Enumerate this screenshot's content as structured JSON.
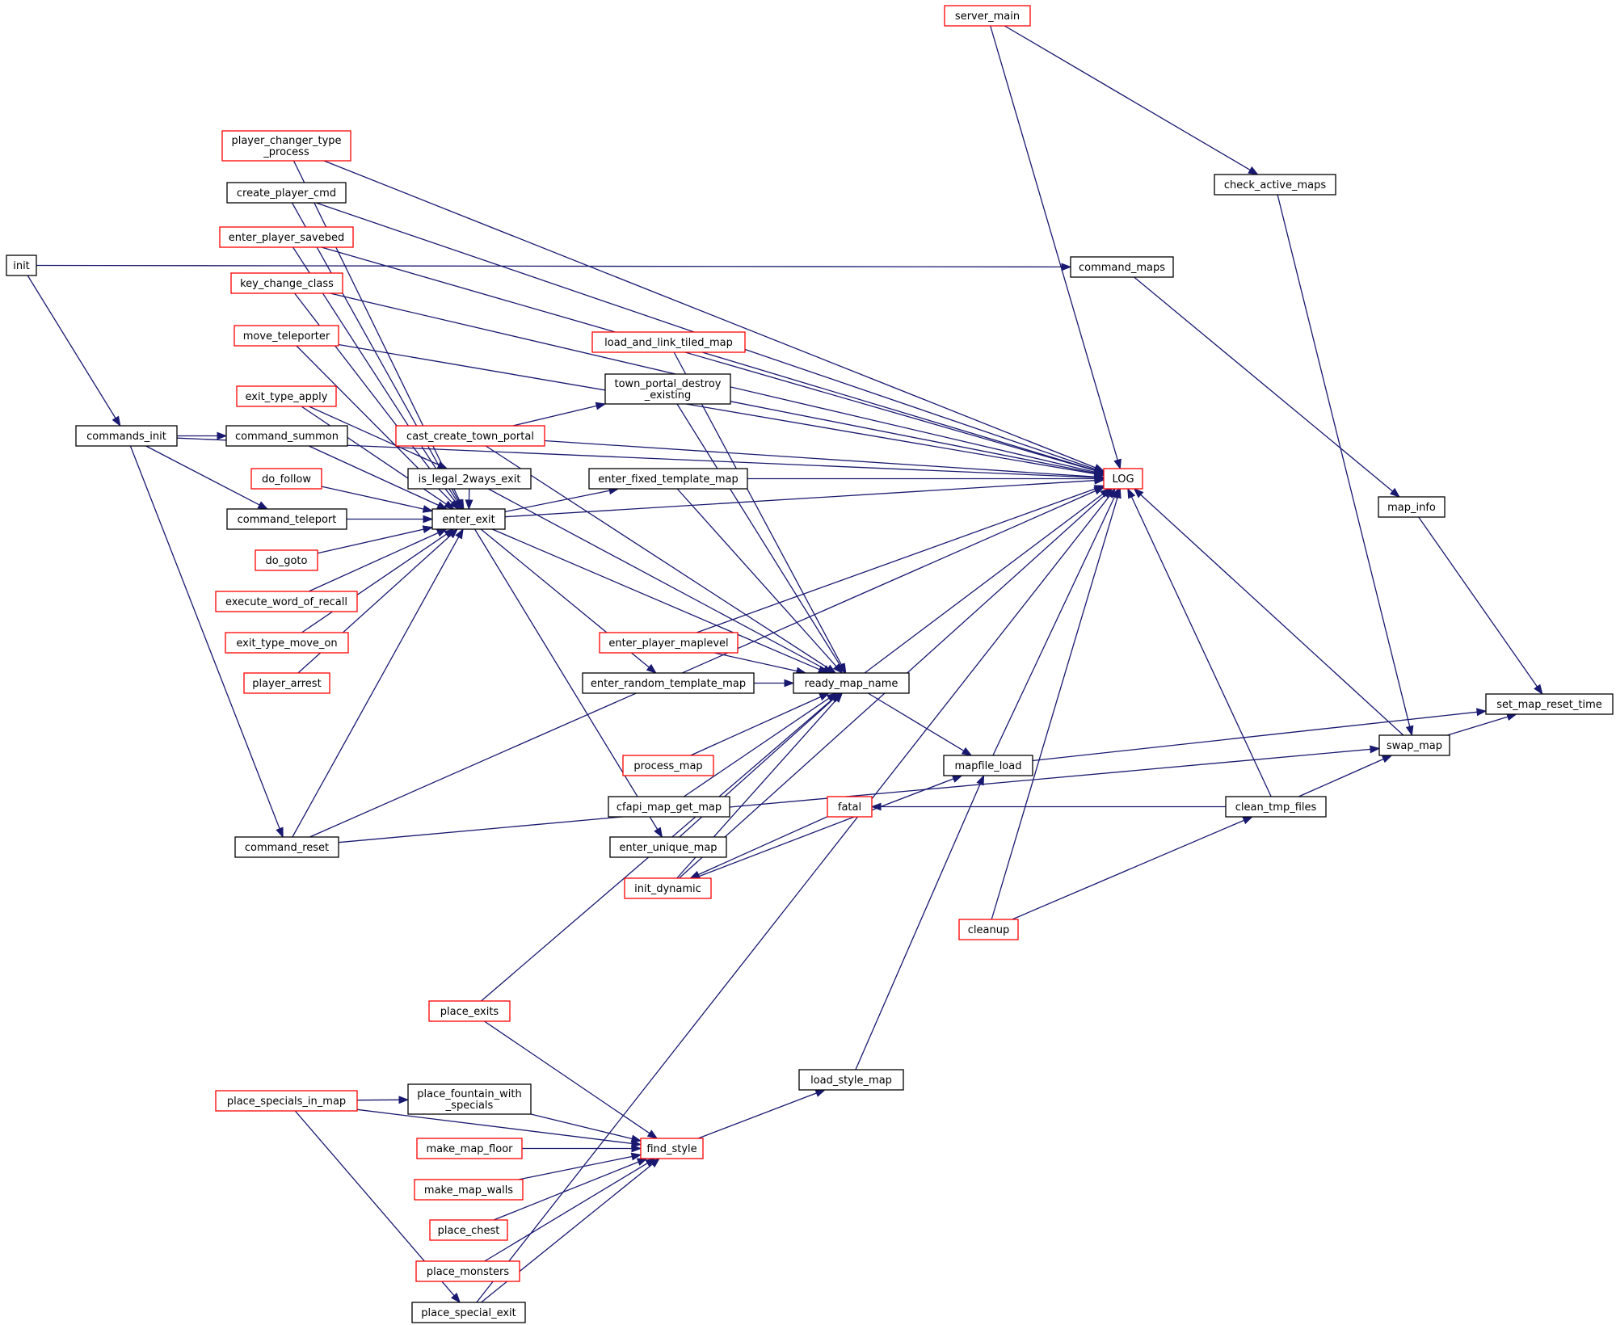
{
  "colors": {
    "edge": "#191970",
    "border_default": "#000000",
    "border_truncated": "#ff0000",
    "focus_fill": "#bfbfbf",
    "node_fill": "#ffffff"
  },
  "nodes": {
    "set_map_reset_time": {
      "label": [
        "set_map_reset_time"
      ],
      "border": "black",
      "focus": true
    },
    "swap_map": {
      "label": [
        "swap_map"
      ],
      "border": "black"
    },
    "map_info": {
      "label": [
        "map_info"
      ],
      "border": "black"
    },
    "command_maps": {
      "label": [
        "command_maps"
      ],
      "border": "black"
    },
    "check_active_maps": {
      "label": [
        "check_active_maps"
      ],
      "border": "black"
    },
    "server_main": {
      "label": [
        "server_main"
      ],
      "border": "red"
    },
    "LOG": {
      "label": [
        "LOG"
      ],
      "border": "red"
    },
    "clean_tmp_files": {
      "label": [
        "clean_tmp_files"
      ],
      "border": "black"
    },
    "mapfile_load": {
      "label": [
        "mapfile_load"
      ],
      "border": "black"
    },
    "cleanup": {
      "label": [
        "cleanup"
      ],
      "border": "red"
    },
    "fatal": {
      "label": [
        "fatal"
      ],
      "border": "red"
    },
    "ready_map_name": {
      "label": [
        "ready_map_name"
      ],
      "border": "black"
    },
    "load_style_map": {
      "label": [
        "load_style_map"
      ],
      "border": "black"
    },
    "find_style": {
      "label": [
        "find_style"
      ],
      "border": "red"
    },
    "place_exits": {
      "label": [
        "place_exits"
      ],
      "border": "red"
    },
    "place_special_exit": {
      "label": [
        "place_special_exit"
      ],
      "border": "black"
    },
    "place_monsters": {
      "label": [
        "place_monsters"
      ],
      "border": "red"
    },
    "place_chest": {
      "label": [
        "place_chest"
      ],
      "border": "red"
    },
    "make_map_walls": {
      "label": [
        "make_map_walls"
      ],
      "border": "red"
    },
    "make_map_floor": {
      "label": [
        "make_map_floor"
      ],
      "border": "red"
    },
    "place_fountain_with_specials": {
      "label": [
        "place_fountain_with",
        "_specials"
      ],
      "border": "black"
    },
    "place_specials_in_map": {
      "label": [
        "place_specials_in_map"
      ],
      "border": "red"
    },
    "enter_exit": {
      "label": [
        "enter_exit"
      ],
      "border": "black"
    },
    "enter_fixed_template_map": {
      "label": [
        "enter_fixed_template_map"
      ],
      "border": "black"
    },
    "enter_random_template_map": {
      "label": [
        "enter_random_template_map"
      ],
      "border": "black"
    },
    "enter_unique_map": {
      "label": [
        "enter_unique_map"
      ],
      "border": "black"
    },
    "enter_player_maplevel": {
      "label": [
        "enter_player_maplevel"
      ],
      "border": "red"
    },
    "process_map": {
      "label": [
        "process_map"
      ],
      "border": "red"
    },
    "cfapi_map_get_map": {
      "label": [
        "cfapi_map_get_map"
      ],
      "border": "black"
    },
    "init_dynamic": {
      "label": [
        "init_dynamic"
      ],
      "border": "red"
    },
    "load_and_link_tiled_map": {
      "label": [
        "load_and_link_tiled_map"
      ],
      "border": "red"
    },
    "town_portal_destroy_existing": {
      "label": [
        "town_portal_destroy",
        "_existing"
      ],
      "border": "black"
    },
    "cast_create_town_portal": {
      "label": [
        "cast_create_town_portal"
      ],
      "border": "red"
    },
    "is_legal_2ways_exit": {
      "label": [
        "is_legal_2ways_exit"
      ],
      "border": "black"
    },
    "command_reset": {
      "label": [
        "command_reset"
      ],
      "border": "black"
    },
    "commands_init": {
      "label": [
        "commands_init"
      ],
      "border": "black"
    },
    "init": {
      "label": [
        "init"
      ],
      "border": "black"
    },
    "command_summon": {
      "label": [
        "command_summon"
      ],
      "border": "black"
    },
    "command_teleport": {
      "label": [
        "command_teleport"
      ],
      "border": "black"
    },
    "player_changer_type_process": {
      "label": [
        "player_changer_type",
        "_process"
      ],
      "border": "red"
    },
    "create_player_cmd": {
      "label": [
        "create_player_cmd"
      ],
      "border": "black"
    },
    "enter_player_savebed": {
      "label": [
        "enter_player_savebed"
      ],
      "border": "red"
    },
    "key_change_class": {
      "label": [
        "key_change_class"
      ],
      "border": "red"
    },
    "move_teleporter": {
      "label": [
        "move_teleporter"
      ],
      "border": "red"
    },
    "exit_type_apply": {
      "label": [
        "exit_type_apply"
      ],
      "border": "red"
    },
    "do_follow": {
      "label": [
        "do_follow"
      ],
      "border": "red"
    },
    "do_goto": {
      "label": [
        "do_goto"
      ],
      "border": "red"
    },
    "execute_word_of_recall": {
      "label": [
        "execute_word_of_recall"
      ],
      "border": "red"
    },
    "exit_type_move_on": {
      "label": [
        "exit_type_move_on"
      ],
      "border": "red"
    },
    "player_arrest": {
      "label": [
        "player_arrest"
      ],
      "border": "red"
    }
  },
  "edges": [
    [
      "swap_map",
      "set_map_reset_time"
    ],
    [
      "map_info",
      "set_map_reset_time"
    ],
    [
      "mapfile_load",
      "set_map_reset_time"
    ],
    [
      "command_maps",
      "map_info"
    ],
    [
      "init",
      "command_maps"
    ],
    [
      "check_active_maps",
      "swap_map"
    ],
    [
      "server_main",
      "check_active_maps"
    ],
    [
      "swap_map",
      "LOG"
    ],
    [
      "clean_tmp_files",
      "swap_map"
    ],
    [
      "command_reset",
      "swap_map"
    ],
    [
      "clean_tmp_files",
      "LOG"
    ],
    [
      "clean_tmp_files",
      "fatal"
    ],
    [
      "cleanup",
      "clean_tmp_files"
    ],
    [
      "cleanup",
      "LOG"
    ],
    [
      "server_main",
      "LOG"
    ],
    [
      "mapfile_load",
      "LOG"
    ],
    [
      "ready_map_name",
      "mapfile_load"
    ],
    [
      "load_style_map",
      "mapfile_load"
    ],
    [
      "init_dynamic",
      "mapfile_load"
    ],
    [
      "ready_map_name",
      "LOG"
    ],
    [
      "enter_exit",
      "LOG"
    ],
    [
      "enter_fixed_template_map",
      "LOG"
    ],
    [
      "enter_player_maplevel",
      "LOG"
    ],
    [
      "town_portal_destroy_existing",
      "LOG"
    ],
    [
      "load_and_link_tiled_map",
      "LOG"
    ],
    [
      "cast_create_town_portal",
      "LOG"
    ],
    [
      "command_reset",
      "LOG"
    ],
    [
      "init_dynamic",
      "LOG"
    ],
    [
      "place_special_exit",
      "LOG"
    ],
    [
      "commands_init",
      "LOG"
    ],
    [
      "player_changer_type_process",
      "LOG"
    ],
    [
      "create_player_cmd",
      "LOG"
    ],
    [
      "enter_player_savebed",
      "LOG"
    ],
    [
      "key_change_class",
      "LOG"
    ],
    [
      "move_teleporter",
      "LOG"
    ],
    [
      "fatal",
      "init_dynamic"
    ],
    [
      "enter_player_maplevel",
      "ready_map_name"
    ],
    [
      "enter_random_template_map",
      "ready_map_name"
    ],
    [
      "enter_exit",
      "ready_map_name"
    ],
    [
      "process_map",
      "ready_map_name"
    ],
    [
      "cfapi_map_get_map",
      "ready_map_name"
    ],
    [
      "enter_unique_map",
      "ready_map_name"
    ],
    [
      "init_dynamic",
      "ready_map_name"
    ],
    [
      "place_exits",
      "ready_map_name"
    ],
    [
      "load_and_link_tiled_map",
      "ready_map_name"
    ],
    [
      "town_portal_destroy_existing",
      "ready_map_name"
    ],
    [
      "enter_fixed_template_map",
      "ready_map_name"
    ],
    [
      "cast_create_town_portal",
      "ready_map_name"
    ],
    [
      "is_legal_2ways_exit",
      "ready_map_name"
    ],
    [
      "find_style",
      "load_style_map"
    ],
    [
      "place_exits",
      "find_style"
    ],
    [
      "place_special_exit",
      "find_style"
    ],
    [
      "place_monsters",
      "find_style"
    ],
    [
      "place_chest",
      "find_style"
    ],
    [
      "make_map_walls",
      "find_style"
    ],
    [
      "make_map_floor",
      "find_style"
    ],
    [
      "place_fountain_with_specials",
      "find_style"
    ],
    [
      "place_specials_in_map",
      "find_style"
    ],
    [
      "place_specials_in_map",
      "place_fountain_with_specials"
    ],
    [
      "place_specials_in_map",
      "place_special_exit"
    ],
    [
      "enter_exit",
      "enter_fixed_template_map"
    ],
    [
      "enter_exit",
      "enter_random_template_map"
    ],
    [
      "enter_exit",
      "enter_unique_map"
    ],
    [
      "cast_create_town_portal",
      "town_portal_destroy_existing"
    ],
    [
      "command_reset",
      "enter_exit"
    ],
    [
      "command_summon",
      "enter_exit"
    ],
    [
      "command_teleport",
      "enter_exit"
    ],
    [
      "player_changer_type_process",
      "enter_exit"
    ],
    [
      "create_player_cmd",
      "enter_exit"
    ],
    [
      "enter_player_savebed",
      "enter_exit"
    ],
    [
      "key_change_class",
      "enter_exit"
    ],
    [
      "move_teleporter",
      "enter_exit"
    ],
    [
      "exit_type_apply",
      "enter_exit"
    ],
    [
      "do_follow",
      "enter_exit"
    ],
    [
      "do_goto",
      "enter_exit"
    ],
    [
      "execute_word_of_recall",
      "enter_exit"
    ],
    [
      "exit_type_move_on",
      "enter_exit"
    ],
    [
      "player_arrest",
      "enter_exit"
    ],
    [
      "is_legal_2ways_exit",
      "enter_exit"
    ],
    [
      "exit_type_apply",
      "is_legal_2ways_exit"
    ],
    [
      "commands_init",
      "command_summon"
    ],
    [
      "commands_init",
      "command_teleport"
    ],
    [
      "commands_init",
      "command_reset"
    ],
    [
      "init",
      "commands_init"
    ]
  ]
}
